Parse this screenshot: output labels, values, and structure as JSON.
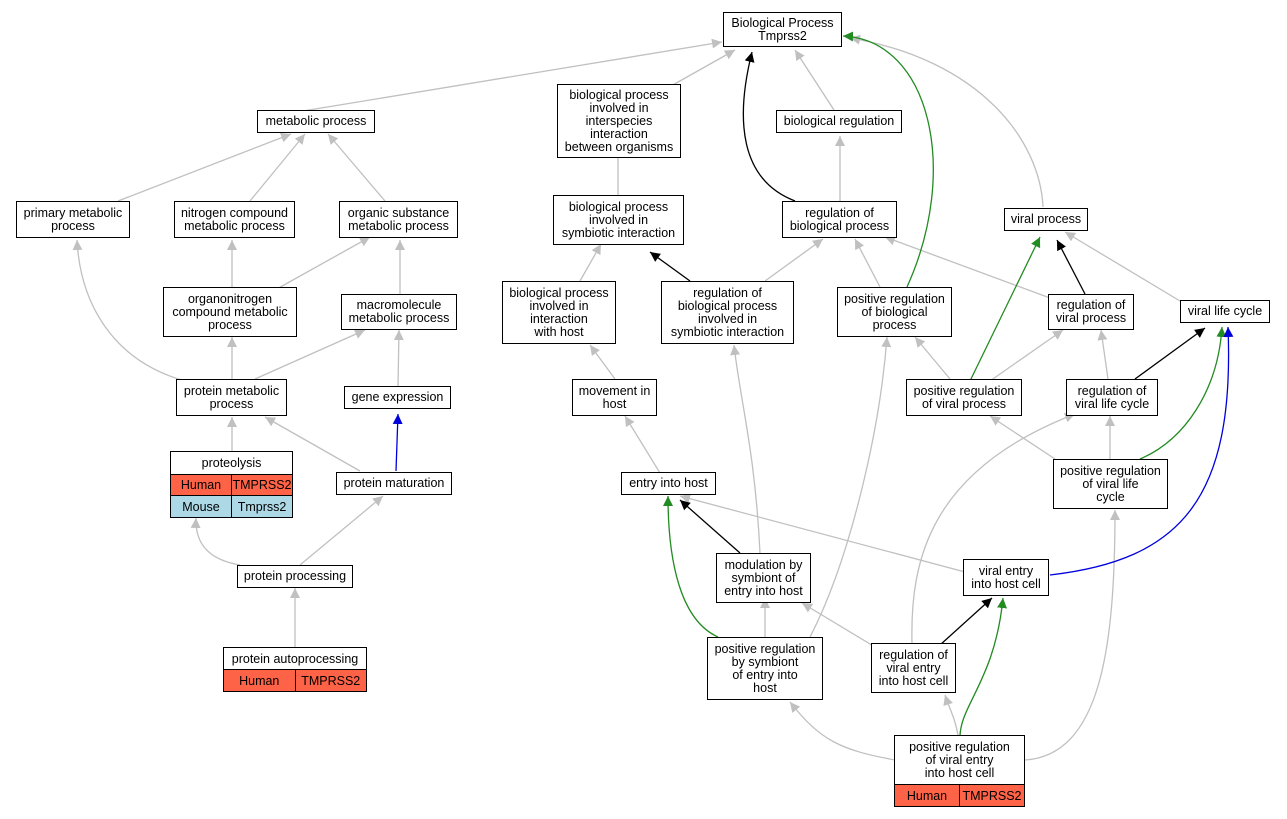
{
  "colors": {
    "gray_edge": "#c0c0c0",
    "black_edge": "#000000",
    "green_edge": "#228b22",
    "blue_edge": "#0000dd",
    "human": "#ff6347",
    "mouse": "#add8e6"
  },
  "nodes": {
    "bp": "Biological Process\nTmprss2",
    "metabolic": "metabolic process",
    "bp_interspecies": "biological process\ninvolved in\ninterspecies\ninteraction\nbetween organisms",
    "bio_reg": "biological regulation",
    "primary_met": "primary metabolic\nprocess",
    "nitrogen_met": "nitrogen compound\nmetabolic process",
    "organic_met": "organic substance\nmetabolic process",
    "bp_symbiotic": "biological process\ninvolved in\nsymbiotic interaction",
    "reg_bp": "regulation of\nbiological process",
    "viral_process": "viral process",
    "organonitrogen": "organonitrogen\ncompound metabolic\nprocess",
    "macromolecule": "macromolecule\nmetabolic process",
    "bp_host": "biological process\ninvolved in\ninteraction\nwith host",
    "reg_bp_symb": "regulation of\nbiological process\ninvolved in\nsymbiotic interaction",
    "pos_reg_bp": "positive regulation\nof biological\nprocess",
    "reg_viral_process": "regulation of\nviral process",
    "viral_life_cycle": "viral life cycle",
    "protein_met": "protein metabolic\nprocess",
    "gene_expr": "gene expression",
    "movement_host": "movement in\nhost",
    "pos_reg_viral_process": "positive regulation\nof viral process",
    "reg_viral_life": "regulation of\nviral life cycle",
    "proteolysis": "proteolysis",
    "protein_maturation": "protein maturation",
    "entry_host": "entry into host",
    "pos_reg_viral_life": "positive regulation\nof viral life\ncycle",
    "modulation_symb": "modulation by\nsymbiont of\nentry into host",
    "viral_entry": "viral entry\ninto host cell",
    "protein_processing": "protein processing",
    "pos_reg_symb": "positive regulation\nby symbiont\nof entry into\nhost",
    "reg_viral_entry": "regulation of\nviral entry\ninto host cell",
    "protein_autoproc": "protein autoprocessing",
    "pos_reg_viral_entry": "positive regulation\nof viral entry\ninto host cell"
  },
  "annotations": {
    "proteolysis": [
      {
        "species": "Human",
        "gene": "TMPRSS2",
        "color": "#ff6347"
      },
      {
        "species": "Mouse",
        "gene": "Tmprss2",
        "color": "#add8e6"
      }
    ],
    "protein_autoproc": [
      {
        "species": "Human",
        "gene": "TMPRSS2",
        "color": "#ff6347"
      }
    ],
    "pos_reg_viral_entry": [
      {
        "species": "Human",
        "gene": "TMPRSS2",
        "color": "#ff6347"
      }
    ]
  }
}
